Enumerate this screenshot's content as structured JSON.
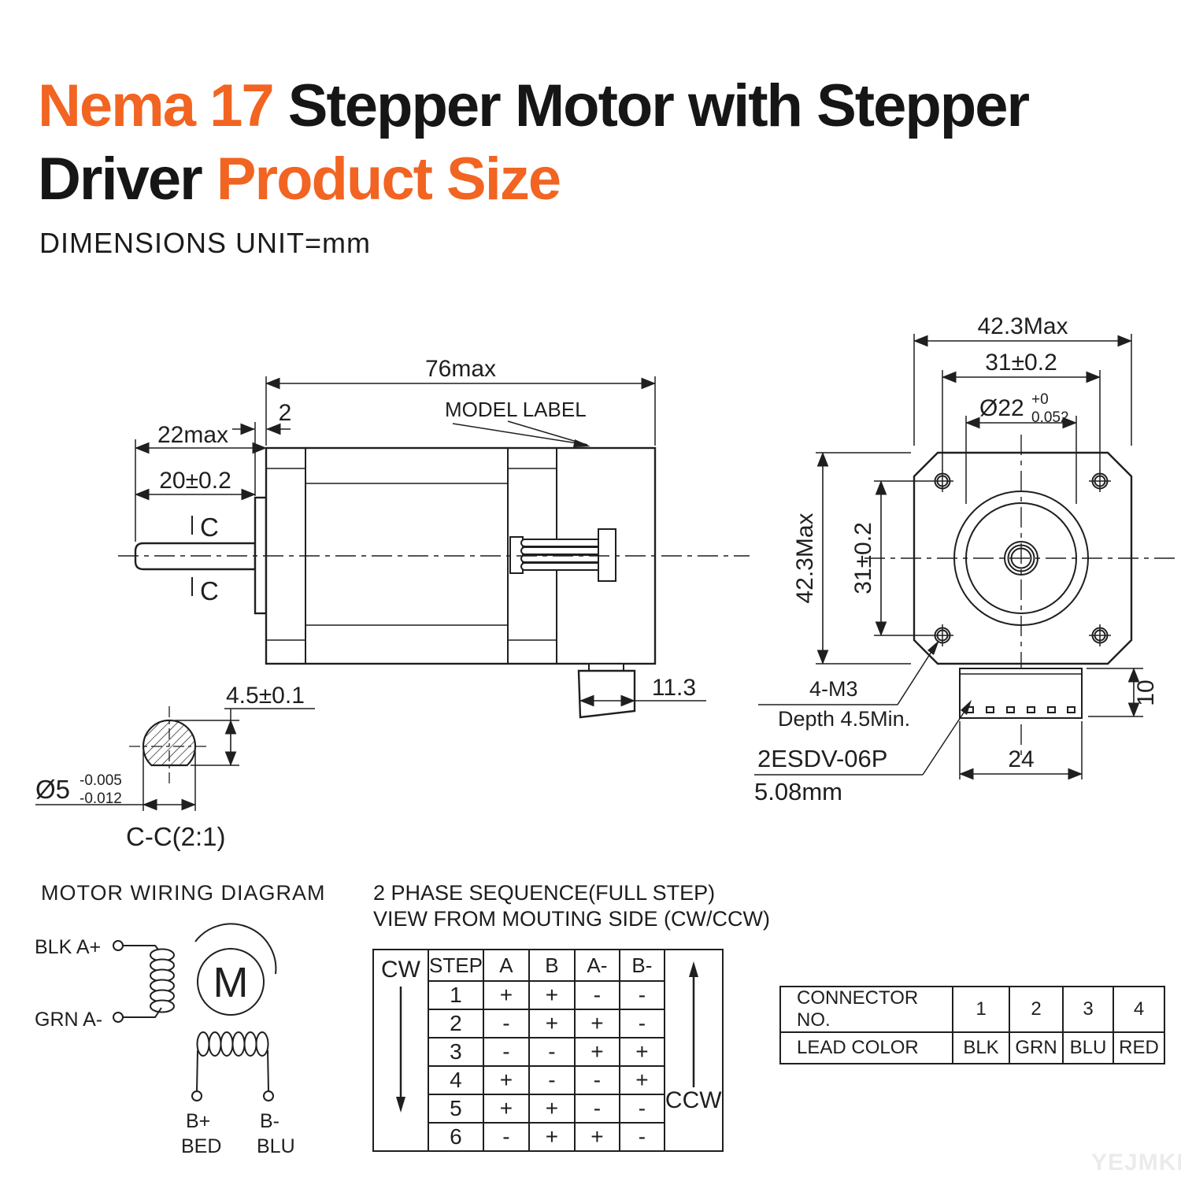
{
  "colors": {
    "accent": "#F26421",
    "ink": "#1f1f1f",
    "watermark": "#ebebeb"
  },
  "title": {
    "line1_accent": "Nema 17",
    "line1_rest": " Stepper Motor with Stepper",
    "line2_start": "Driver",
    "line2_accent": " Product Size"
  },
  "unit_note": "DIMENSIONS UNIT=mm",
  "side_view": {
    "dim_length": "76max",
    "dim_boss": "2",
    "dim_shaft_total": "22max",
    "dim_shaft": "20±0.2",
    "model_label": "MODEL LABEL",
    "section_mark_top": "C",
    "section_mark_bottom": "C",
    "dim_connector": "11.3"
  },
  "front_view": {
    "dim_width": "42.3Max",
    "dim_hole_pitch_h": "31±0.2",
    "dim_pilot": "Ø22",
    "pilot_tol_upper": "+0",
    "pilot_tol_lower": "0.052",
    "dim_height": "42.3Max",
    "dim_hole_pitch_v": "31±0.2",
    "label_holes": "4-M3",
    "label_holes_depth": "Depth 4.5Min.",
    "label_connector_model": "2ESDV-06P",
    "label_connector_pitch": "5.08mm",
    "dim_connector_width": "24",
    "dim_connector_height": "10"
  },
  "section_view": {
    "dim_flat": "4.5±0.1",
    "dim_diameter": "Ø5",
    "dia_tol_upper": "-0.005",
    "dia_tol_lower": "-0.012",
    "caption": "C-C(2:1)"
  },
  "wiring": {
    "title": "MOTOR WIRING DIAGRAM",
    "terminal_a_plus": "BLK A+",
    "terminal_a_minus": "GRN A-",
    "motor_symbol": "M",
    "terminal_b_plus": "B+",
    "terminal_b_plus_color": "BED",
    "terminal_b_minus": "B-",
    "terminal_b_minus_color": "BLU"
  },
  "phase_table": {
    "title_line1": "2 PHASE SEQUENCE(FULL STEP)",
    "title_line2": "VIEW FROM MOUTING SIDE (CW/CCW)",
    "cw_label": "CW",
    "ccw_label": "CCW",
    "headers": [
      "STEP",
      "A",
      "B",
      "A-",
      "B-"
    ],
    "rows": [
      [
        "1",
        "+",
        "+",
        "-",
        "-"
      ],
      [
        "2",
        "-",
        "+",
        "+",
        "-"
      ],
      [
        "3",
        "-",
        "-",
        "+",
        "+"
      ],
      [
        "4",
        "+",
        "-",
        "-",
        "+"
      ],
      [
        "5",
        "+",
        "+",
        "-",
        "-"
      ],
      [
        "6",
        "-",
        "+",
        "+",
        "-"
      ]
    ]
  },
  "connector_table": {
    "rows": [
      [
        "CONNECTOR NO.",
        "1",
        "2",
        "3",
        "4"
      ],
      [
        "LEAD COLOR",
        "BLK",
        "GRN",
        "BLU",
        "RED"
      ]
    ]
  },
  "watermark": "YEJMKI"
}
